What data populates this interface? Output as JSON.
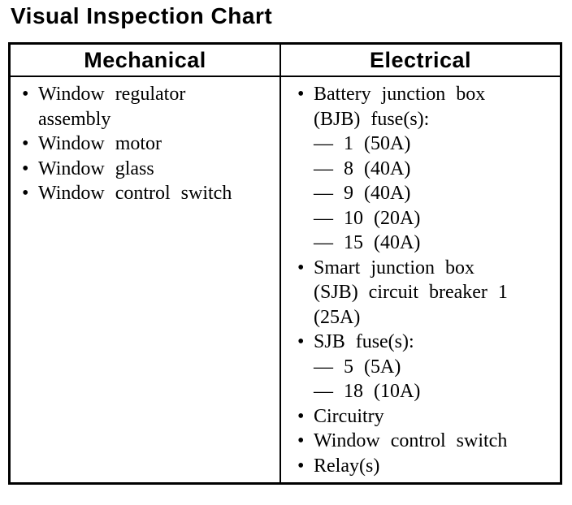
{
  "title": "Visual Inspection Chart",
  "glyphs": {
    "bullet": "•",
    "dash": "—"
  },
  "colors": {
    "text": "#000000",
    "background": "#ffffff",
    "border": "#000000"
  },
  "table": {
    "columns": [
      {
        "header": "Mechanical",
        "items": [
          {
            "type": "bullet",
            "text": "Window regulator\nassembly"
          },
          {
            "type": "bullet",
            "text": "Window motor"
          },
          {
            "type": "bullet",
            "text": "Window glass"
          },
          {
            "type": "bullet",
            "text": "Window control switch"
          }
        ]
      },
      {
        "header": "Electrical",
        "items": [
          {
            "type": "bullet",
            "text": "Battery junction box\n(BJB) fuse(s):"
          },
          {
            "type": "dash",
            "text": "— 1 (50A)"
          },
          {
            "type": "dash",
            "text": "— 8 (40A)"
          },
          {
            "type": "dash",
            "text": "— 9 (40A)"
          },
          {
            "type": "dash",
            "text": "— 10 (20A)"
          },
          {
            "type": "dash",
            "text": "— 15 (40A)"
          },
          {
            "type": "bullet",
            "text": "Smart junction box\n(SJB) circuit breaker 1\n(25A)"
          },
          {
            "type": "bullet",
            "text": "SJB fuse(s):"
          },
          {
            "type": "dash",
            "text": "— 5 (5A)"
          },
          {
            "type": "dash",
            "text": "— 18 (10A)"
          },
          {
            "type": "bullet",
            "text": "Circuitry"
          },
          {
            "type": "bullet",
            "text": "Window control switch"
          },
          {
            "type": "bullet",
            "text": "Relay(s)"
          }
        ]
      }
    ]
  }
}
